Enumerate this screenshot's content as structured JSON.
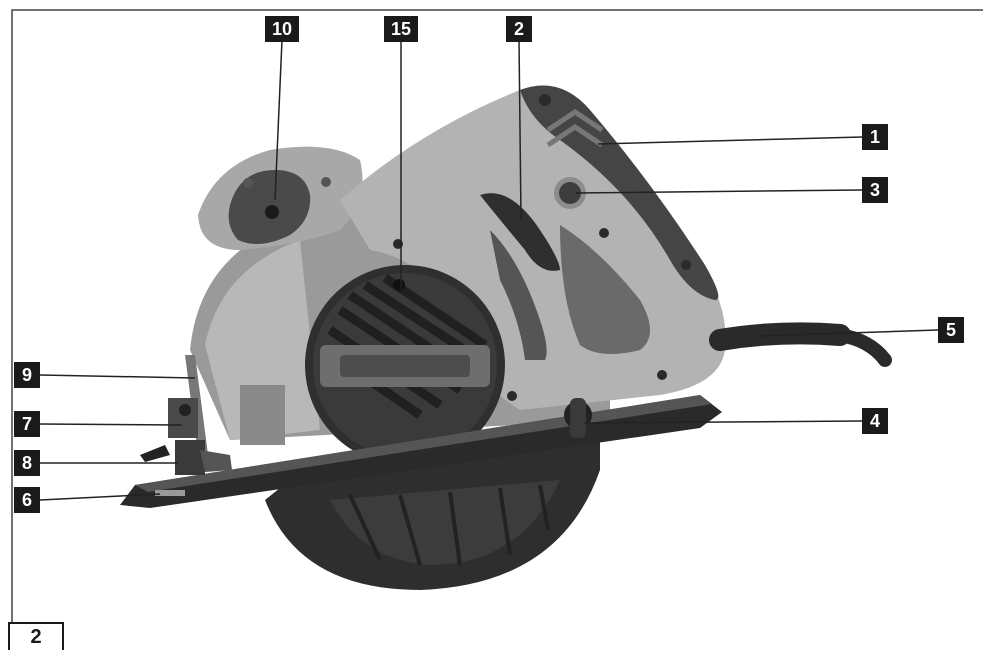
{
  "figure_number": "2",
  "callouts": {
    "c1": "1",
    "c2": "2",
    "c3": "3",
    "c4": "4",
    "c5": "5",
    "c6": "6",
    "c7": "7",
    "c8": "8",
    "c9": "9",
    "c10": "10",
    "c15": "15"
  },
  "colors": {
    "body_light": "#b3b3b3",
    "body_mid": "#8c8c8c",
    "body_dark": "#3d3d3d",
    "grip_dark": "#454545",
    "blade_guard": "#2e2e2e",
    "callout_bg": "#1a1a1a"
  }
}
